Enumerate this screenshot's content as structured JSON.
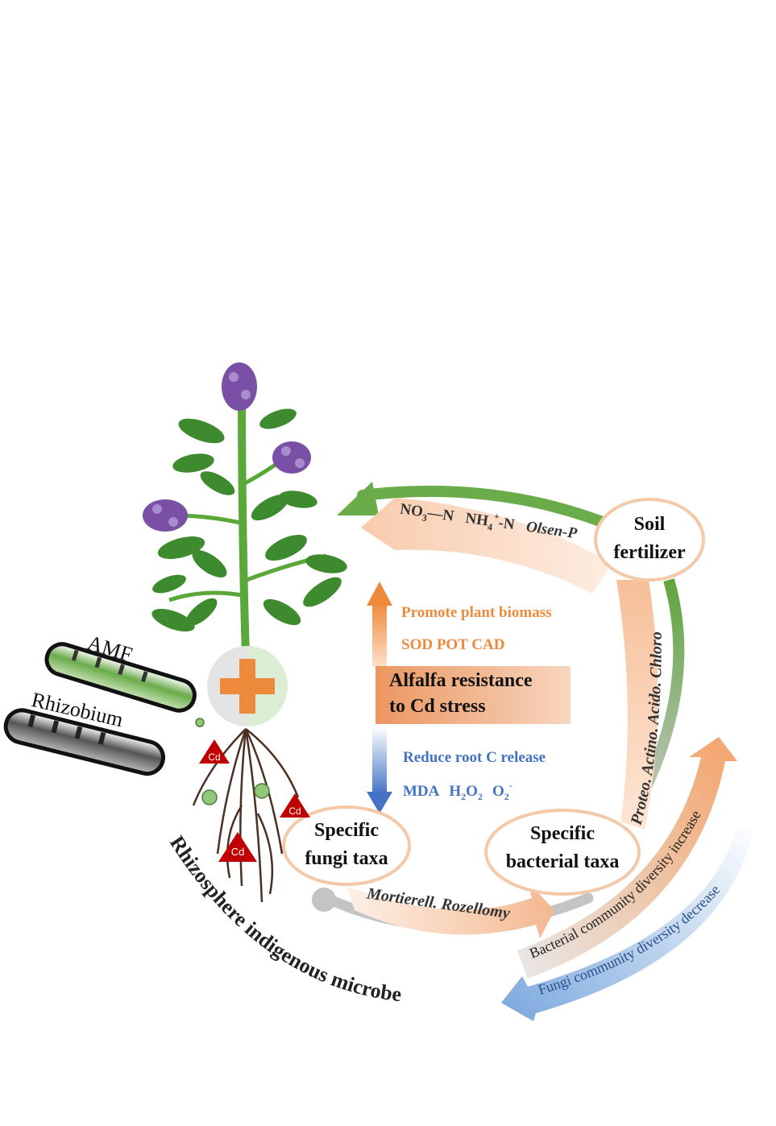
{
  "center": {
    "line1": "Alfalfa resistance",
    "line2": "to Cd stress"
  },
  "promote": {
    "line1": "Promote plant biomass",
    "line2": "SOD POT CAD"
  },
  "reduce": {
    "line1": "Reduce root C release",
    "line2_mda": "MDA",
    "line2_h": "H",
    "line2_sub2a": "2",
    "line2_o": "O",
    "line2_sub2b": "2",
    "line2_o2": "O",
    "line2_sub2c": "2",
    "line2_sup": "-"
  },
  "nodes": {
    "soil_line1": "Soil",
    "soil_line2": "fertilizer",
    "fungi_line1": "Specific",
    "fungi_line2": "fungi taxa",
    "bacteria_line1": "Specific",
    "bacteria_line2": "bacterial taxa"
  },
  "nutrients": {
    "no": "NO",
    "no_sub": "3",
    "no_n": "—N",
    "nh": "NH",
    "nh_sub": "4",
    "nh_sup": "+",
    "nh_n": "-N",
    "olsen": "Olsen-P"
  },
  "bacterial_taxa_band": "Proteo. Actino. Acido. Chloro",
  "fungal_taxa_band": "Mortierell. Rozellomy",
  "diversity": {
    "bacterial": "Bacterial community diversity increase",
    "fungi": "Fungi community diversity decrease"
  },
  "tubes": {
    "amf": "AMF",
    "rhizobium": "Rhizobium"
  },
  "cd_label": "Cd",
  "rhizosphere": "Rhizosphere indigenous microbe",
  "colors": {
    "green_arrow": "#6aab4a",
    "orange": "#ee8a3c",
    "blue": "#4472c4",
    "node_border": "#f4c9a8",
    "cd_red": "#c00000",
    "flower": "#7a4fa6",
    "leaf": "#3e8a2e"
  }
}
